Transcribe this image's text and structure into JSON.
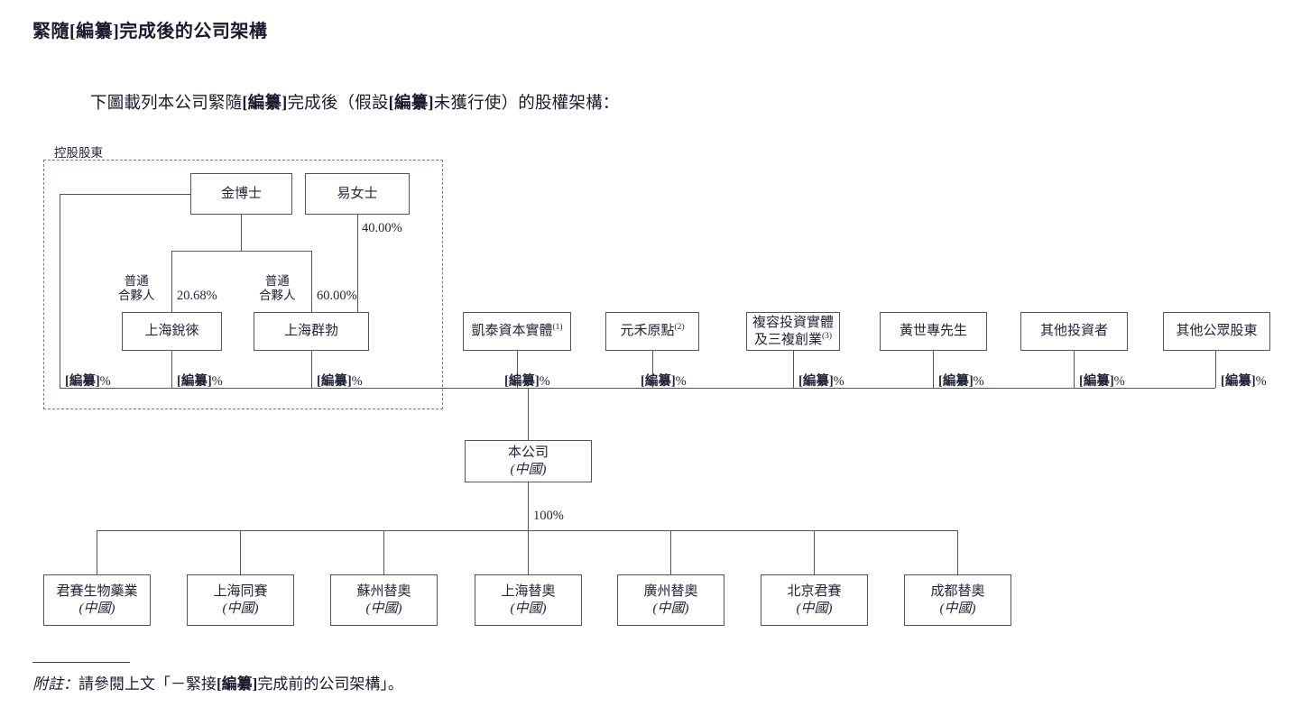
{
  "document": {
    "title": "緊隨[編纂]完成後的公司架構",
    "intro_prefix": "下圖載列本公司緊隨",
    "intro_b1": "[編纂]",
    "intro_mid": "完成後（假設",
    "intro_b2": "[編纂]",
    "intro_suffix": "未獲行使）的股權架構：",
    "footnote_prefix": "附註：",
    "footnote_mid": "請參閱上文「－緊接",
    "footnote_b": "[編纂]",
    "footnote_suffix": "完成前的公司架構」。"
  },
  "diagram": {
    "type": "org-chart",
    "controlling_group": {
      "label": "控股股東"
    },
    "individuals": [
      {
        "id": "jin",
        "name": "金博士"
      },
      {
        "id": "yi",
        "name": "易女士"
      }
    ],
    "partnerships": [
      {
        "id": "shanghai-ruilai",
        "name": "上海銳徠",
        "gp_label_line1": "普通",
        "gp_label_line2": "合夥人",
        "stake_from_jin": "20.68%"
      },
      {
        "id": "shanghai-qunbo",
        "name": "上海群勃",
        "gp_label_line1": "普通",
        "gp_label_line2": "合夥人",
        "stake_from_jin": "60.00%"
      }
    ],
    "yi_stake": "40.00%",
    "shareholders": [
      {
        "id": "jin-direct",
        "name": "",
        "pct_b": "[編纂]",
        "pct_suffix": "%"
      },
      {
        "id": "shanghai-ruilai-sh",
        "name": "上海銳徠",
        "pct_b": "[編纂]",
        "pct_suffix": "%"
      },
      {
        "id": "shanghai-qunbo-sh",
        "name": "上海群勃",
        "pct_b": "[編纂]",
        "pct_suffix": "%"
      },
      {
        "id": "kaitai",
        "name": "凱泰資本實體",
        "note": "(1)",
        "pct_b": "[編纂]",
        "pct_suffix": "%"
      },
      {
        "id": "yuanhe",
        "name": "元禾原點",
        "note": "(2)",
        "pct_b": "[編纂]",
        "pct_suffix": "%"
      },
      {
        "id": "furong",
        "name": "複容投資實體",
        "name2": "及三複創業",
        "note": "(3)",
        "pct_b": "[編纂]",
        "pct_suffix": "%"
      },
      {
        "id": "huang",
        "name": "黃世專先生",
        "pct_b": "[編纂]",
        "pct_suffix": "%"
      },
      {
        "id": "other-investors",
        "name": "其他投資者",
        "pct_b": "[編纂]",
        "pct_suffix": "%"
      },
      {
        "id": "public",
        "name": "其他公眾股東",
        "pct_b": "[編纂]",
        "pct_suffix": "%"
      }
    ],
    "company": {
      "name": "本公司",
      "jurisdiction": "(中國)",
      "ownership": "100%"
    },
    "subsidiaries": [
      {
        "id": "junsai-bio",
        "name": "君賽生物藥業",
        "jurisdiction": "(中國)"
      },
      {
        "id": "shanghai-tongsai",
        "name": "上海同賽",
        "jurisdiction": "(中國)"
      },
      {
        "id": "suzhou-tiao",
        "name": "蘇州替奧",
        "jurisdiction": "(中國)"
      },
      {
        "id": "shanghai-tiao",
        "name": "上海替奧",
        "jurisdiction": "(中國)"
      },
      {
        "id": "guangzhou-tiao",
        "name": "廣州替奧",
        "jurisdiction": "(中國)"
      },
      {
        "id": "beijing-junsai",
        "name": "北京君賽",
        "jurisdiction": "(中國)"
      },
      {
        "id": "chengdu-tiao",
        "name": "成都替奧",
        "jurisdiction": "(中國)"
      }
    ]
  },
  "colors": {
    "line": "#54545c",
    "dashed": "#6f7a99",
    "text": "#24243a"
  }
}
